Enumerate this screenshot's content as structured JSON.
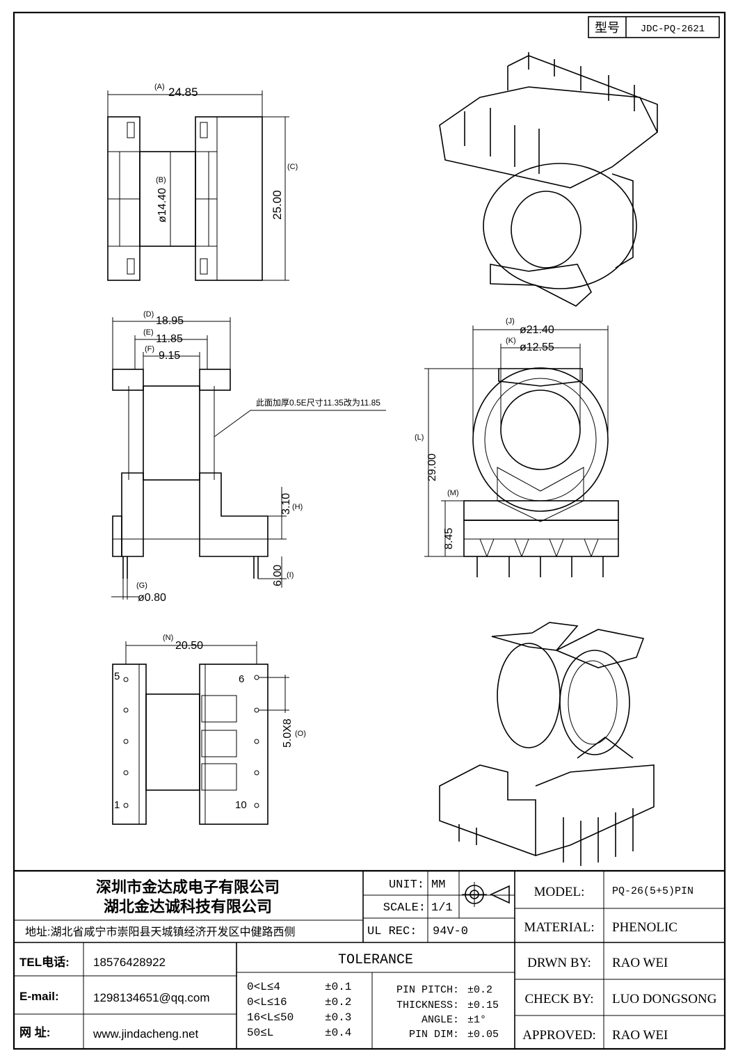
{
  "model_box": {
    "label": "型号",
    "value": "JDC-PQ-2621"
  },
  "dimensions": {
    "a": {
      "tag": "(A)",
      "value": "24.85"
    },
    "b": {
      "tag": "(B)",
      "value": "ø14.40"
    },
    "c": {
      "tag": "(C)",
      "value": "25.00"
    },
    "d": {
      "tag": "(D)",
      "value": "18.95"
    },
    "e": {
      "tag": "(E)",
      "value": "11.85"
    },
    "f": {
      "tag": "(F)",
      "value": "9.15"
    },
    "g": {
      "tag": "(G)",
      "value": "ø0.80"
    },
    "h": {
      "tag": "(H)",
      "value": "3.10"
    },
    "i": {
      "tag": "(I)",
      "value": "6.00"
    },
    "j": {
      "tag": "(J)",
      "value": "ø21.40"
    },
    "k": {
      "tag": "(K)",
      "value": "ø12.55"
    },
    "l": {
      "tag": "(L)",
      "value": "29.00"
    },
    "m": {
      "tag": "(M)",
      "value": "8.45"
    },
    "n": {
      "tag": "(N)",
      "value": "20.50"
    },
    "o": {
      "tag": "(O)",
      "value": "5.0X8"
    }
  },
  "note": "此面加厚0.5E尺寸11.35改为11.85",
  "pins": {
    "p5": "5",
    "p6": "6",
    "p1": "1",
    "p10": "10"
  },
  "company": {
    "name1": "深圳市金达成电子有限公司",
    "name2": "湖北金达诚科技有限公司",
    "address": "地址:湖北省咸宁市崇阳县天城镇经济开发区中健路西侧"
  },
  "contact": {
    "tel_label": "TEL电话:",
    "tel": "18576428922",
    "email_label": "E-mail:",
    "email": "1298134651@qq.com",
    "web_label": "网    址:",
    "web": "www.jindacheng.net"
  },
  "spec": {
    "unit_label": "UNIT:",
    "unit": "MM",
    "scale_label": "SCALE:",
    "scale": "1/1",
    "ulrec_label": "UL REC:",
    "ulrec": "94V-0"
  },
  "tolerance": {
    "title": "TOLERANCE",
    "rows": [
      {
        "range": "0<L≤4",
        "tol": "±0.1"
      },
      {
        "range": "0<L≤16",
        "tol": "±0.2"
      },
      {
        "range": "16<L≤50",
        "tol": "±0.3"
      },
      {
        "range": "50≤L",
        "tol": "±0.4"
      }
    ],
    "right": [
      {
        "name": "PIN PITCH:",
        "tol": "±0.2"
      },
      {
        "name": "THICKNESS:",
        "tol": "±0.15"
      },
      {
        "name": "ANGLE:",
        "tol": "±1°"
      },
      {
        "name": "PIN DIM:",
        "tol": "±0.05"
      }
    ]
  },
  "info": {
    "model_label": "MODEL:",
    "model": "PQ-26(5+5)PIN",
    "material_label": "MATERIAL:",
    "material": "PHENOLIC",
    "drawn_label": "DRWN BY:",
    "drawn": "RAO WEI",
    "check_label": "CHECK BY:",
    "check": "LUO DONGSONG",
    "approved_label": "APPROVED:",
    "approved": "RAO WEI"
  }
}
